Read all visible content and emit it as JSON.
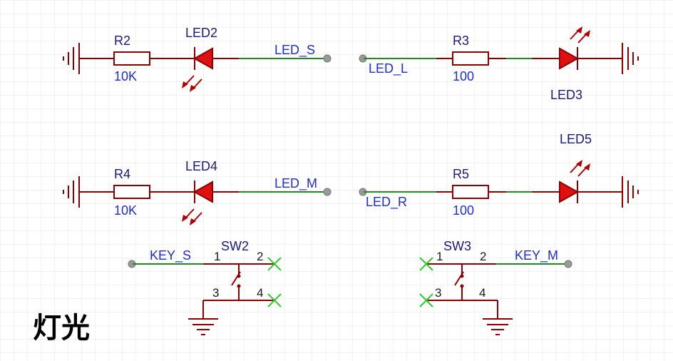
{
  "title": "灯光",
  "colors": {
    "wire": "#8b0000",
    "net_wire": "#1e8c1e",
    "led_fill": "#e01010",
    "label_blue": "#1d2ed0",
    "ref_text": "#1a1a7a",
    "no_connect": "#2ecc2e",
    "grid": "#e6e6e6"
  },
  "components": {
    "r2": {
      "ref": "R2",
      "value": "10K"
    },
    "r3": {
      "ref": "R3",
      "value": "100"
    },
    "r4": {
      "ref": "R4",
      "value": "10K"
    },
    "r5": {
      "ref": "R5",
      "value": "100"
    },
    "led2": {
      "ref": "LED2"
    },
    "led3": {
      "ref": "LED3"
    },
    "led4": {
      "ref": "LED4"
    },
    "led5": {
      "ref": "LED5"
    },
    "sw2": {
      "ref": "SW2",
      "pins": [
        "1",
        "2",
        "3",
        "4"
      ]
    },
    "sw3": {
      "ref": "SW3",
      "pins": [
        "1",
        "2",
        "3",
        "4"
      ]
    }
  },
  "nets": {
    "led_s": "LED_S",
    "led_l": "LED_L",
    "led_m": "LED_M",
    "led_r": "LED_R",
    "key_s": "KEY_S",
    "key_m": "KEY_M"
  }
}
